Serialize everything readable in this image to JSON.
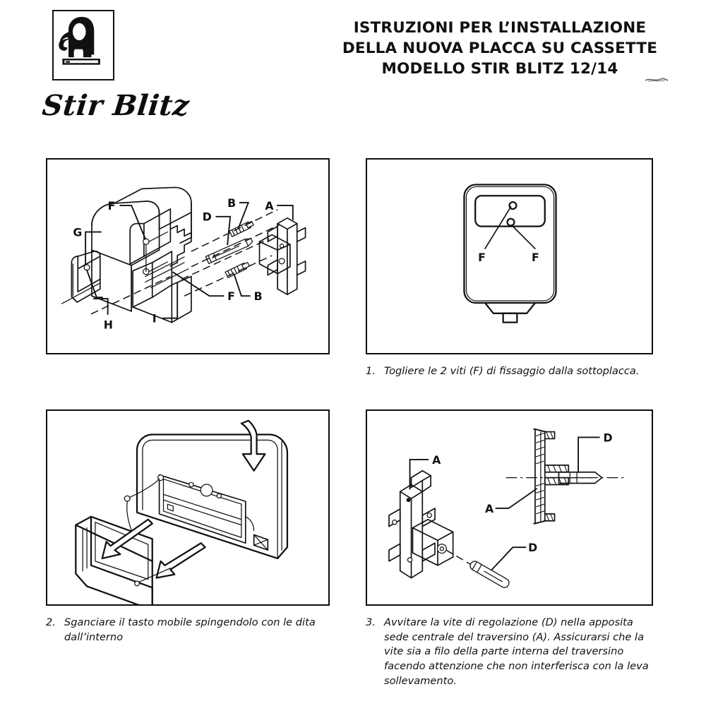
{
  "header": {
    "logo": {
      "icon": "elephant-logo-icon",
      "wordmark": "Stir Blitz"
    },
    "title_lines": [
      "ISTRUZIONI PER L’INSTALLAZIONE",
      "DELLA NUOVA PLACCA SU CASSETTE",
      "MODELLO STIR BLITZ 12/14"
    ]
  },
  "figures": [
    {
      "id": "figure-exploded-assembly",
      "callouts": [
        "A",
        "B",
        "B",
        "D",
        "F",
        "F",
        "G",
        "H",
        "I"
      ],
      "caption_number": "",
      "caption_text": ""
    },
    {
      "id": "figure-front-plate-screws",
      "callouts": [
        "F",
        "F"
      ],
      "caption_number": "1.",
      "caption_text": "Togliere le 2 viti (F) di fissaggio dalla sottoplacca."
    },
    {
      "id": "figure-release-button",
      "callouts": [],
      "caption_number": "2.",
      "caption_text": "Sganciare il tasto mobile spingendolo con le dita dall’interno"
    },
    {
      "id": "figure-adjust-screw",
      "callouts": [
        "A",
        "A",
        "D",
        "D"
      ],
      "caption_number": "3.",
      "caption_text": "Avvitare la vite di regolazione (D) nella apposita sede centrale del traversino (A). Assicurarsi che la vite sia a filo della parte interna del traversino facendo attenzione che non interferisca con la leva sollevamento."
    }
  ],
  "colors": {
    "ink": "#111111",
    "paper": "#ffffff"
  }
}
